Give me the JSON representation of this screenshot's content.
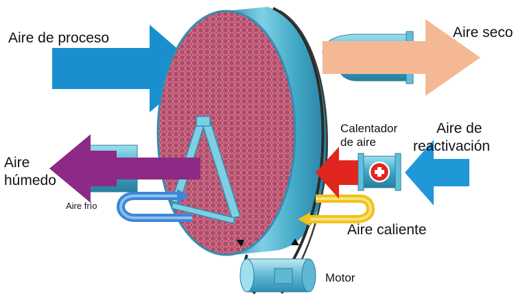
{
  "labels": {
    "process_air": "Aire de proceso",
    "dry_air": "Aire seco",
    "heater_line1": "Calentador",
    "heater_line2": "de aire",
    "reactivation_line1": "Aire de",
    "reactivation_line2": "reactivación",
    "humid_line1": "Aire",
    "humid_line2": "húmedo",
    "cold_air": "Aire frío",
    "hot_air": "Aire caliente",
    "motor": "Motor"
  },
  "icons": {
    "heater_symbol": "plus-icon"
  },
  "colors": {
    "process_air": "#1a8fd0",
    "dry_air": "#f5b895",
    "humid_air": "#8c2a85",
    "heater_air": "#e0261f",
    "reactivation_air": "#2098d8",
    "cold_air": "#3e86d8",
    "hot_air": "#f2c21b",
    "rotor_face": "#b24a6a",
    "rotor_rim": "#44a8c8",
    "duct": "#3fa6c4"
  }
}
